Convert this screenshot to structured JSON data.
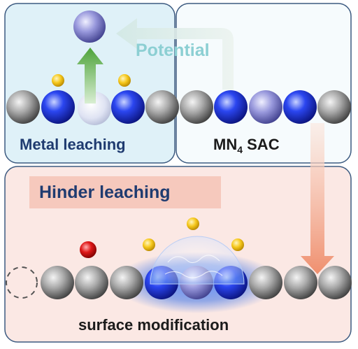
{
  "labels": {
    "potential": "Potential",
    "metal_leaching": "Metal leaching",
    "mn4_prefix": "MN",
    "mn4_sub": "4",
    "mn4_suffix": " SAC",
    "hinder_leaching": "Hinder leaching",
    "surface_modification": "surface modification"
  },
  "colors": {
    "panel_top_left_bg": "#dff1f8",
    "panel_top_right_bg": "#f5fbfd",
    "panel_bottom_bg": "#fbe8e4",
    "panel_border": "#3c5a80",
    "carbon_atom": "#8a8a8a",
    "nitrogen_atom": "#1e3cdc",
    "metal_atom": "#8f8fd8",
    "adsorbate_yellow": "#f2c318",
    "adsorbate_red": "#d8151a",
    "up_arrow": "#5fb04a",
    "potential_arrow": "#e3eee9",
    "down_arrow": "#f09c80",
    "glow": "#3a72e8"
  }
}
